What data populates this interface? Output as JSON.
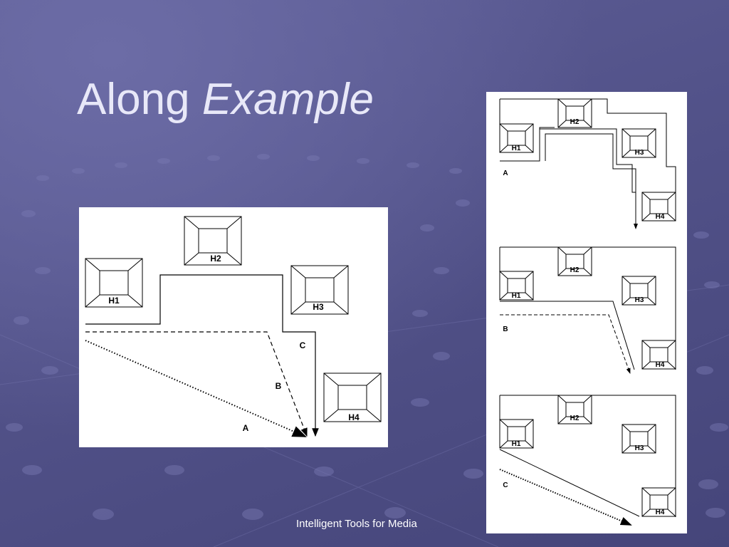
{
  "title": {
    "plain": "Along",
    "italic": "Example"
  },
  "footer": "Intelligent Tools for Media",
  "large_diagram": {
    "houses": [
      "H1",
      "H2",
      "H3",
      "H4"
    ],
    "paths": [
      "A",
      "B",
      "C"
    ]
  },
  "small_diagrams": [
    {
      "houses": [
        "H1",
        "H2",
        "H3",
        "H4"
      ],
      "path": "A"
    },
    {
      "houses": [
        "H1",
        "H2",
        "H3",
        "H4"
      ],
      "path": "B"
    },
    {
      "houses": [
        "H1",
        "H2",
        "H3",
        "H4"
      ],
      "path": "C"
    }
  ]
}
